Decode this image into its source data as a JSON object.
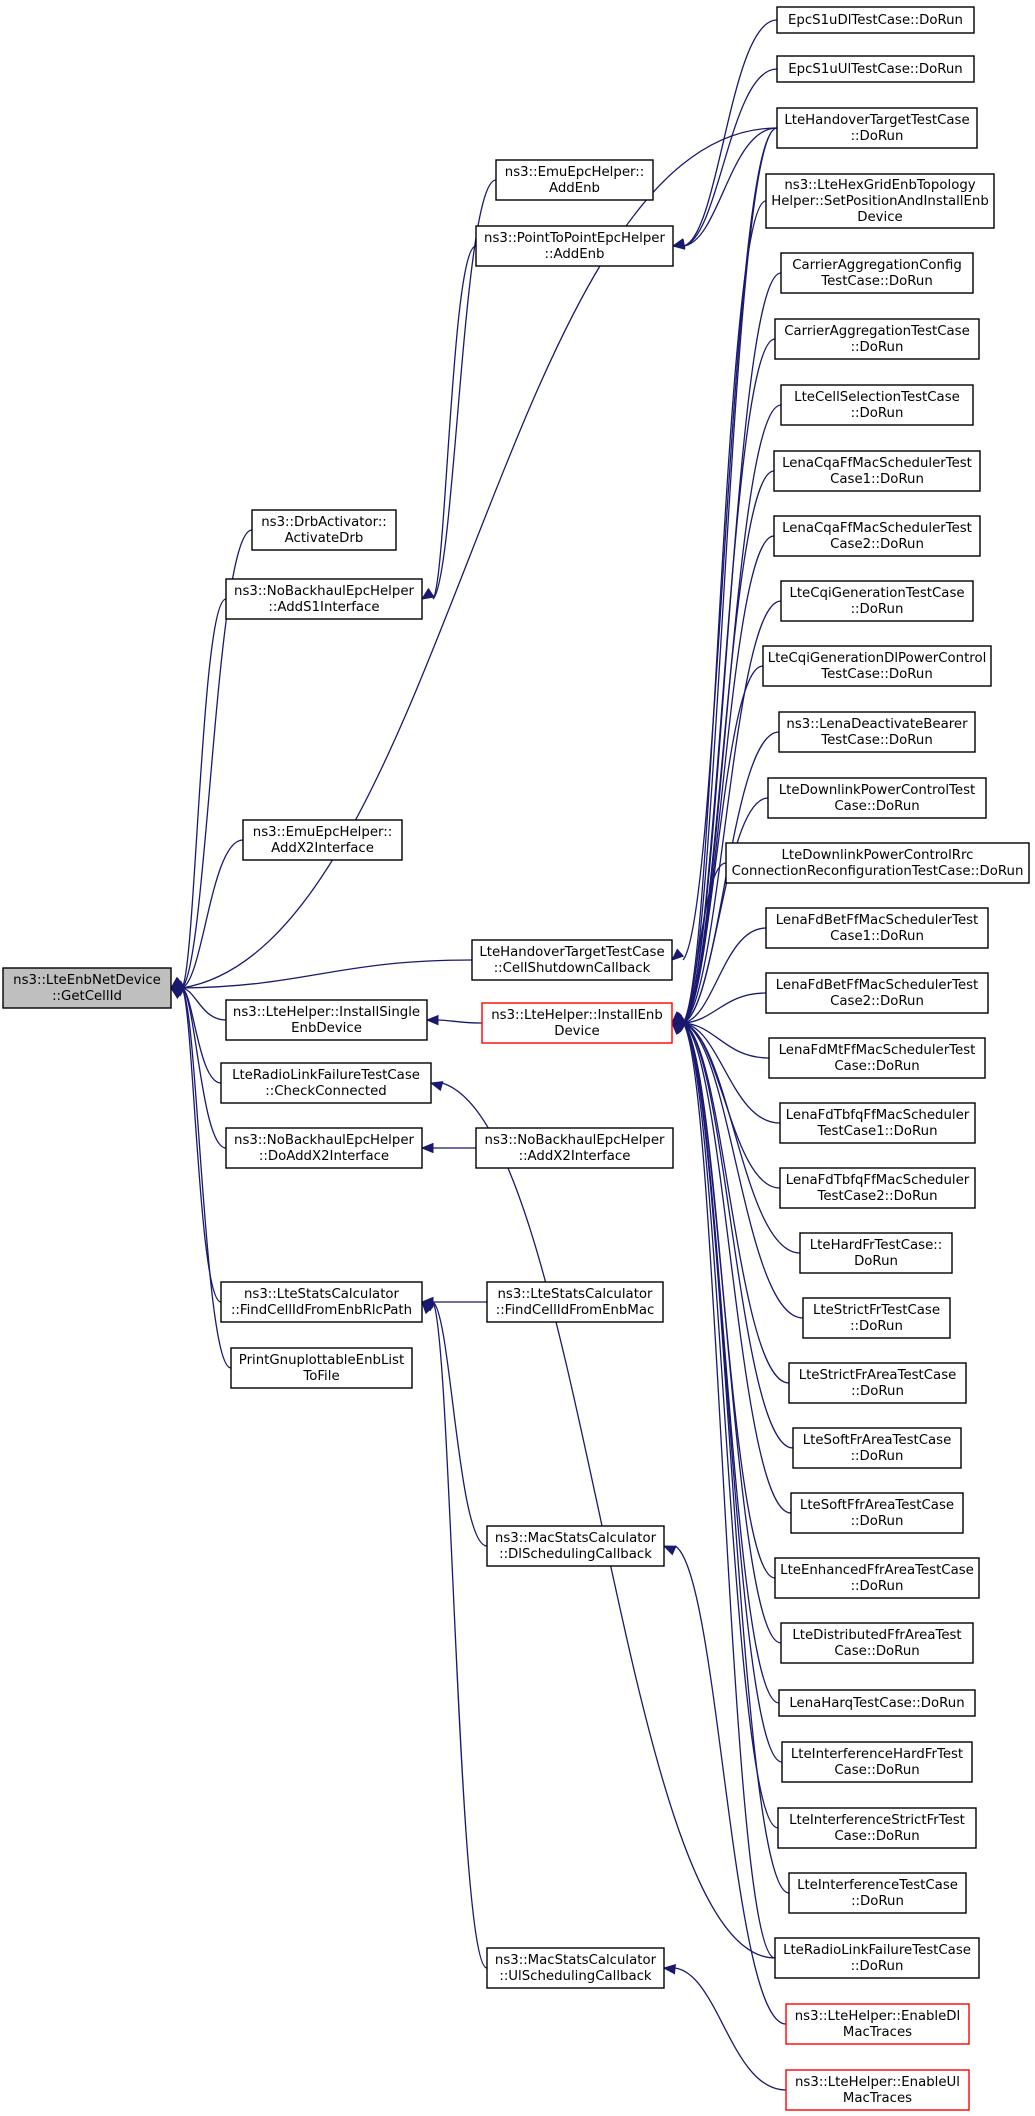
{
  "nodes": {
    "getcellid": [
      "ns3::LteEnbNetDevice",
      "::GetCellId"
    ],
    "emu_addenb": [
      "ns3::EmuEpcHelper::",
      "AddEnb"
    ],
    "p2p_addenb": [
      "ns3::PointToPointEpcHelper",
      "::AddEnb"
    ],
    "drb_activate": [
      "ns3::DrbActivator::",
      "ActivateDrb"
    ],
    "nobackhaul_adds1": [
      "ns3::NoBackhaulEpcHelper",
      "::AddS1Interface"
    ],
    "emu_addx2": [
      "ns3::EmuEpcHelper::",
      "AddX2Interface"
    ],
    "handover_cellshutdown": [
      "LteHandoverTargetTestCase",
      "::CellShutdownCallback"
    ],
    "installsingle": [
      "ns3::LteHelper::InstallSingle",
      "EnbDevice"
    ],
    "installenb": [
      "ns3::LteHelper::InstallEnb",
      "Device"
    ],
    "rlf_checkconnected": [
      "LteRadioLinkFailureTestCase",
      "::CheckConnected"
    ],
    "nobackhaul_doaddx2": [
      "ns3::NoBackhaulEpcHelper",
      "::DoAddX2Interface"
    ],
    "nobackhaul_addx2": [
      "ns3::NoBackhaulEpcHelper",
      "::AddX2Interface"
    ],
    "stats_rlcpath": [
      "ns3::LteStatsCalculator",
      "::FindCellIdFromEnbRlcPath"
    ],
    "stats_enbmac": [
      "ns3::LteStatsCalculator",
      "::FindCellIdFromEnbMac"
    ],
    "printgnuplot": [
      "PrintGnuplottableEnbList",
      "ToFile"
    ],
    "mac_dlsched": [
      "ns3::MacStatsCalculator",
      "::DlSchedulingCallback"
    ],
    "mac_ulsched": [
      "ns3::MacStatsCalculator",
      "::UlSchedulingCallback"
    ],
    "r_epcs1udl": [
      "EpcS1uDlTestCase::DoRun"
    ],
    "r_epcs1uul": [
      "EpcS1uUlTestCase::DoRun"
    ],
    "r_handovertarget": [
      "LteHandoverTargetTestCase",
      "::DoRun"
    ],
    "r_hexgrid": [
      "ns3::LteHexGridEnbTopology",
      "Helper::SetPositionAndInstallEnb",
      "Device"
    ],
    "r_caconfig": [
      "CarrierAggregationConfig",
      "TestCase::DoRun"
    ],
    "r_catest": [
      "CarrierAggregationTestCase",
      "::DoRun"
    ],
    "r_cellselection": [
      "LteCellSelectionTestCase",
      "::DoRun"
    ],
    "r_cqa1": [
      "LenaCqaFfMacSchedulerTest",
      "Case1::DoRun"
    ],
    "r_cqa2": [
      "LenaCqaFfMacSchedulerTest",
      "Case2::DoRun"
    ],
    "r_cqigen": [
      "LteCqiGenerationTestCase",
      "::DoRun"
    ],
    "r_cqigendl": [
      "LteCqiGenerationDlPowerControl",
      "TestCase::DoRun"
    ],
    "r_deactivate": [
      "ns3::LenaDeactivateBearer",
      "TestCase::DoRun"
    ],
    "r_dlpc": [
      "LteDownlinkPowerControlTest",
      "Case::DoRun"
    ],
    "r_dlpcrrc": [
      "LteDownlinkPowerControlRrc",
      "ConnectionReconfigurationTestCase::DoRun"
    ],
    "r_fdbet1": [
      "LenaFdBetFfMacSchedulerTest",
      "Case1::DoRun"
    ],
    "r_fdbet2": [
      "LenaFdBetFfMacSchedulerTest",
      "Case2::DoRun"
    ],
    "r_fdmt": [
      "LenaFdMtFfMacSchedulerTest",
      "Case::DoRun"
    ],
    "r_fdtbfq1": [
      "LenaFdTbfqFfMacScheduler",
      "TestCase1::DoRun"
    ],
    "r_fdtbfq2": [
      "LenaFdTbfqFfMacScheduler",
      "TestCase2::DoRun"
    ],
    "r_hardfr": [
      "LteHardFrTestCase::",
      "DoRun"
    ],
    "r_strictfr": [
      "LteStrictFrTestCase",
      "::DoRun"
    ],
    "r_strictfrarea": [
      "LteStrictFrAreaTestCase",
      "::DoRun"
    ],
    "r_softfrarea": [
      "LteSoftFrAreaTestCase",
      "::DoRun"
    ],
    "r_softffrarea": [
      "LteSoftFfrAreaTestCase",
      "::DoRun"
    ],
    "r_enhancedffr": [
      "LteEnhancedFfrAreaTestCase",
      "::DoRun"
    ],
    "r_distributedffr": [
      "LteDistributedFfrAreaTest",
      "Case::DoRun"
    ],
    "r_harq": [
      "LenaHarqTestCase::DoRun"
    ],
    "r_interfhardfr": [
      "LteInterferenceHardFrTest",
      "Case::DoRun"
    ],
    "r_interfstrictfr": [
      "LteInterferenceStrictFrTest",
      "Case::DoRun"
    ],
    "r_interf": [
      "LteInterferenceTestCase",
      "::DoRun"
    ],
    "r_rlf": [
      "LteRadioLinkFailureTestCase",
      "::DoRun"
    ],
    "r_enabledl": [
      "ns3::LteHelper::EnableDl",
      "MacTraces"
    ],
    "r_enableul": [
      "ns3::LteHelper::EnableUl",
      "MacTraces"
    ]
  },
  "colors": {
    "edge": "#191970",
    "focus_fill": "#bfbfbf",
    "truncated_border": "#ff0000",
    "normal_border": "#000000"
  }
}
